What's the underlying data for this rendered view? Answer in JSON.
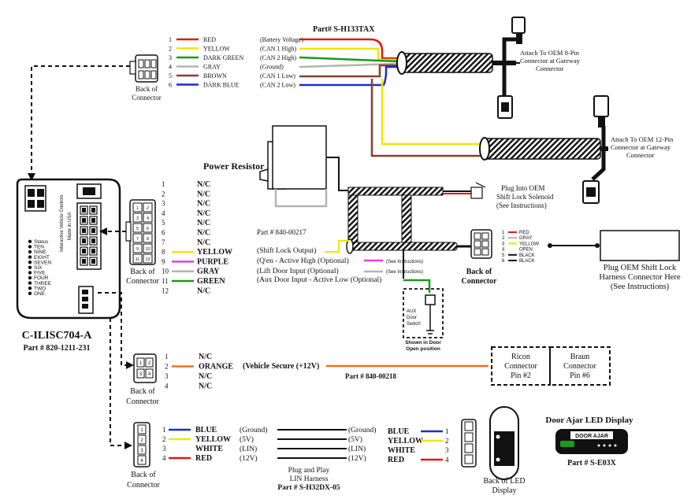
{
  "colors": {
    "red": "#e01818",
    "yellow": "#f2e600",
    "green": "#1a9a1a",
    "gray": "#b4b4b4",
    "brown": "#8a3f2f",
    "blue": "#1a2fc8",
    "orange": "#f07020",
    "purple": "#e23ee2",
    "pink": "#ff3aa0",
    "black": "#111111",
    "white": "#ffffff"
  },
  "harness_top": {
    "part": "Part# S-H133TAX",
    "wires": [
      {
        "num": "1",
        "color_name": "RED",
        "signal": "(Battery Voltage)",
        "color": "#e01818"
      },
      {
        "num": "2",
        "color_name": "YELLOW",
        "signal": "(CAN 1 High)",
        "color": "#f2e600"
      },
      {
        "num": "3",
        "color_name": "DARK GREEN",
        "signal": "(CAN 2 High)",
        "color": "#1a9a1a"
      },
      {
        "num": "4",
        "color_name": "GRAY",
        "signal": "(Ground)",
        "color": "#b4b4b4"
      },
      {
        "num": "5",
        "color_name": "BROWN",
        "signal": "(CAN 1 Low)",
        "color": "#8a3f2f"
      },
      {
        "num": "6",
        "color_name": "DARK BLUE",
        "signal": "(CAN 2 Low)",
        "color": "#1a2fc8"
      }
    ],
    "back_label_1": "Back of",
    "back_label_2": "Connector",
    "oem8_lines": [
      "Attach To OEM 8-Pin",
      "Connector at Gateway",
      "Connector"
    ],
    "oem12_lines": [
      "Attach To OEM 12-Pin",
      "Connector at Gateway",
      "Connector"
    ]
  },
  "module": {
    "name": "C-ILISC704-A",
    "part": "Part # 820-1211-231",
    "side_text_1": "Interactive Vehicle Controls",
    "side_text_2": "Made in USA",
    "leds": [
      "Status",
      "TEN",
      "NINE",
      "EIGHT",
      "SEVEN",
      "SIX",
      "FIVE",
      "FOUR",
      "THREE",
      "TWO",
      "ONE"
    ]
  },
  "power_resistor": {
    "label": "Power Resistor"
  },
  "twelve_pin": {
    "pins": [
      {
        "num": "1",
        "label": "N/C",
        "color": ""
      },
      {
        "num": "2",
        "label": "N/C",
        "color": ""
      },
      {
        "num": "3",
        "label": "N/C",
        "color": ""
      },
      {
        "num": "4",
        "label": "N/C",
        "color": ""
      },
      {
        "num": "5",
        "label": "N/C",
        "color": ""
      },
      {
        "num": "6",
        "label": "N/C",
        "color": ""
      },
      {
        "num": "7",
        "label": "N/C",
        "color": ""
      },
      {
        "num": "8",
        "label": "YELLOW",
        "color": "#f2e600"
      },
      {
        "num": "9",
        "label": "PURPLE",
        "color": "#e23ee2"
      },
      {
        "num": "10",
        "label": "GRAY",
        "color": "#b4b4b4"
      },
      {
        "num": "11",
        "label": "GREEN",
        "color": "#1a9a1a"
      },
      {
        "num": "12",
        "label": "N/C",
        "color": ""
      }
    ],
    "cells": [
      "1",
      "2",
      "3",
      "4",
      "5",
      "6",
      "7",
      "8",
      "9",
      "10",
      "11",
      "12"
    ],
    "back_label_1": "Back of",
    "back_label_2": "Connector"
  },
  "shift_lock": {
    "part": "Part # 840-00217",
    "outputs": [
      {
        "label": "(Shift Lock Output)",
        "note": ""
      },
      {
        "label": "(Q'en - Active High (Optional)",
        "note": "(See Instructions)"
      },
      {
        "label": "(Lift Door Input (Optional)",
        "note": "(See Instructions)"
      },
      {
        "label": "(Aux Door Input - Active Low (Optional)",
        "note": ""
      }
    ],
    "solenoid_lines": [
      "Plug Into OEM",
      "Shift Lock Solenoid",
      "(See Instructions)"
    ],
    "six_pin": [
      {
        "num": "1",
        "label": "RED",
        "color": "#e01818"
      },
      {
        "num": "2",
        "label": "GRAY",
        "color": "#b4b4b4"
      },
      {
        "num": "3",
        "label": "YELLOW",
        "color": "#f2e600"
      },
      {
        "num": "4",
        "label": "OPEN",
        "color": ""
      },
      {
        "num": "5",
        "label": "BLACK",
        "color": "#111111"
      },
      {
        "num": "6",
        "label": "BLACK",
        "color": "#111111"
      }
    ],
    "back_label_1": "Back of",
    "back_label_2": "Connector",
    "oem_lines": [
      "Plug OEM Shift Lock",
      "Harness Connector Here",
      "(See Instructions)"
    ],
    "aux_switch": [
      "AUX",
      "Door",
      "Switch"
    ],
    "aux_caption": [
      "Shown in Door",
      "Open position"
    ]
  },
  "secure": {
    "pins": [
      {
        "num": "1",
        "label": "N/C"
      },
      {
        "num": "2",
        "label": "ORANGE"
      },
      {
        "num": "3",
        "label": "N/C"
      },
      {
        "num": "4",
        "label": "N/C"
      }
    ],
    "cells": [
      "1",
      "2",
      "3",
      "4"
    ],
    "signal": "(Vehicle Secure (+12V)",
    "part": "Part # 840-00218",
    "back_label_1": "Back of",
    "back_label_2": "Connector",
    "ricon": [
      "Ricon",
      "Connector",
      "Pin #2"
    ],
    "braun": [
      "Braun",
      "Connector",
      "Pin #6"
    ]
  },
  "lin": {
    "left": [
      {
        "num": "1",
        "label": "BLUE",
        "color": "#1a2fc8"
      },
      {
        "num": "2",
        "label": "YELLOW",
        "color": "#f2e600"
      },
      {
        "num": "3",
        "label": "WHITE",
        "color": "#ffffff"
      },
      {
        "num": "4",
        "label": "RED",
        "color": "#e01818"
      }
    ],
    "signals": [
      "(Ground)",
      "(5V)",
      "(LIN)",
      "(12V)"
    ],
    "harness_lines": [
      "Plug and Play",
      "LIN Harness",
      "Part # S-H32DX-05"
    ],
    "back_label_1": "Back of",
    "back_label_2": "Connector",
    "cells": [
      "1",
      "2",
      "3",
      "4"
    ]
  },
  "led_display": {
    "title": "Door Ajar LED Display",
    "screen_text": "DOOR AJAR",
    "part": "Part # S-E03X",
    "back_lines": [
      "Back of LED",
      "Display"
    ]
  }
}
